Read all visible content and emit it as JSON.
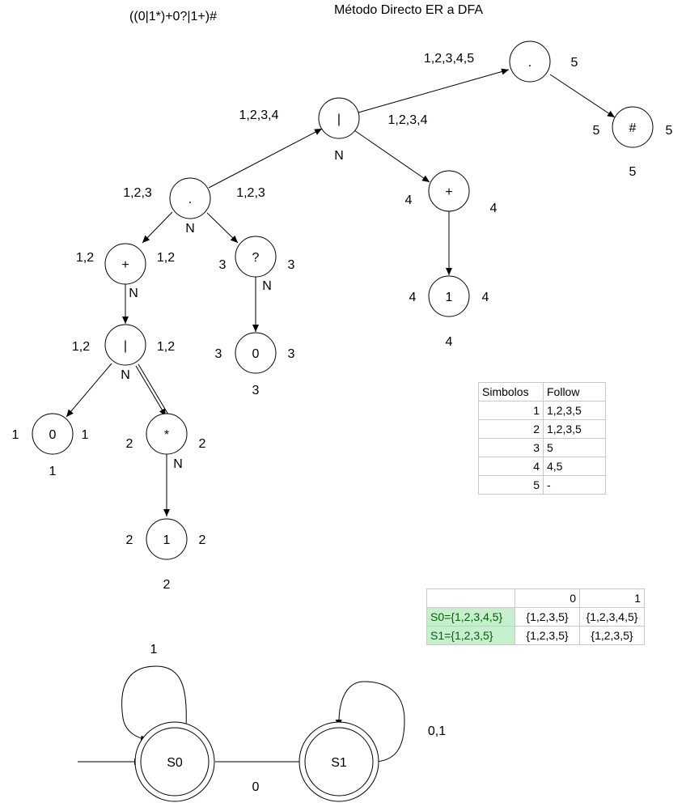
{
  "title": "Método Directo ER a DFA",
  "regex": "((0|1*)+0?|1+)#",
  "tree": {
    "nodes": [
      {
        "id": "root",
        "symbol": ".",
        "firstpos": "1,2,3,4,5",
        "lastpos": "5"
      },
      {
        "id": "hash",
        "symbol": "#",
        "firstpos": "5",
        "lastpos": "5",
        "position": "5"
      },
      {
        "id": "or_top",
        "symbol": "|",
        "firstpos": "1,2,3,4",
        "lastpos": "1,2,3,4",
        "nullable": "N"
      },
      {
        "id": "plus_right",
        "symbol": "+",
        "firstpos": "4",
        "lastpos": "4"
      },
      {
        "id": "one_right",
        "symbol": "1",
        "firstpos": "4",
        "lastpos": "4",
        "position": "4"
      },
      {
        "id": "cat_left",
        "symbol": ".",
        "firstpos": "1,2,3",
        "lastpos": "1,2,3",
        "nullable": "N"
      },
      {
        "id": "plus_left",
        "symbol": "+",
        "firstpos": "1,2",
        "lastpos": "1,2",
        "nullable": "N"
      },
      {
        "id": "question",
        "symbol": "?",
        "firstpos": "3",
        "lastpos": "3",
        "nullable": "N"
      },
      {
        "id": "zero_mid",
        "symbol": "0",
        "firstpos": "3",
        "lastpos": "3",
        "position": "3"
      },
      {
        "id": "or_low",
        "symbol": "|",
        "firstpos": "1,2",
        "lastpos": "1,2",
        "nullable": "N"
      },
      {
        "id": "zero_left",
        "symbol": "0",
        "firstpos": "1",
        "lastpos": "1",
        "position": "1"
      },
      {
        "id": "star",
        "symbol": "*",
        "firstpos": "2",
        "lastpos": "2",
        "nullable": "N"
      },
      {
        "id": "one_left",
        "symbol": "1",
        "firstpos": "2",
        "lastpos": "2",
        "position": "2"
      }
    ]
  },
  "follow_table": {
    "headers": [
      "Simbolos",
      "Follow"
    ],
    "rows": [
      {
        "symbol": "1",
        "follow": "1,2,3,5"
      },
      {
        "symbol": "2",
        "follow": "1,2,3,5"
      },
      {
        "symbol": "3",
        "follow": "5"
      },
      {
        "symbol": "4",
        "follow": "4,5"
      },
      {
        "symbol": "5",
        "follow": "-"
      }
    ]
  },
  "dfa_table": {
    "headers": [
      "",
      "0",
      "1"
    ],
    "rows": [
      {
        "state": "S0={1,2,3,4,5}",
        "on0": "{1,2,3,5}",
        "on1": "{1,2,3,4,5}"
      },
      {
        "state": "S1={1,2,3,5}",
        "on0": "{1,2,3,5}",
        "on1": "{1,2,3,5}"
      }
    ],
    "state_highlight": "#c6efce",
    "state_text_color": "#006100"
  },
  "dfa": {
    "states": [
      {
        "id": "S0",
        "label": "S0",
        "accepting": true,
        "initial": true
      },
      {
        "id": "S1",
        "label": "S1",
        "accepting": true,
        "initial": false
      }
    ],
    "transitions": [
      {
        "from": "S0",
        "to": "S0",
        "label": "1"
      },
      {
        "from": "S0",
        "to": "S1",
        "label": "0"
      },
      {
        "from": "S1",
        "to": "S1",
        "label": "0,1"
      }
    ]
  }
}
